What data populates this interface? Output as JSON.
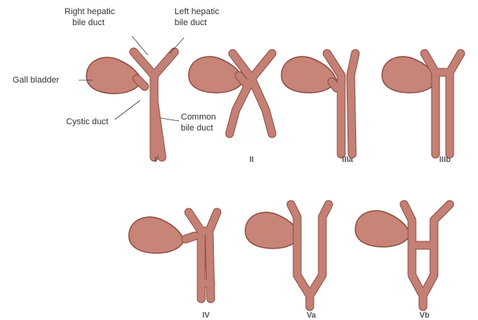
{
  "labels": {
    "right_hepatic": [
      "Right hepatic",
      "bile duct"
    ],
    "left_hepatic": [
      "Left hepatic",
      "bile duct"
    ],
    "gallbladder": "Gall bladder",
    "cystic_duct": "Cystic duct",
    "common_bile_duct": [
      "Common",
      "bile duct"
    ]
  },
  "types": [
    "I",
    "II",
    "IIIa",
    "IIIb",
    "IV",
    "Va",
    "Vb"
  ],
  "colors": {
    "organ_fill": "#c98478",
    "organ_outline": "#8e4e45",
    "text": "#333333"
  }
}
